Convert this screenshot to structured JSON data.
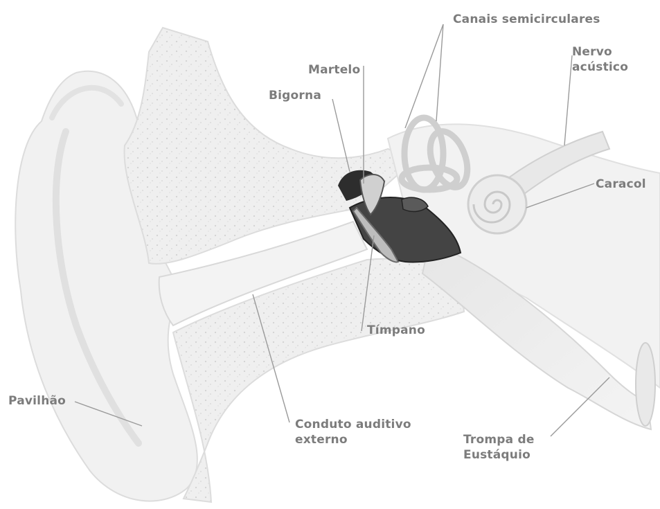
{
  "labels": {
    "canais": "Canais semicirculares",
    "nervo": "Nervo\nacústico",
    "martelo": "Martelo",
    "bigorna": "Bigorna",
    "caracol": "Caracol",
    "timpano": "Tímpano",
    "pavilhao": "Pavilhão",
    "conduto": "Conduto auditivo\nexterno",
    "trompa": "Trompa de\nEustáquio"
  },
  "colors": {
    "label_text": "#7c7c7c",
    "leader_line": "#9a9a9a",
    "tissue_light": "#efefef",
    "tissue_outline": "#dcdcdc",
    "ossicle_dark": "#333333"
  }
}
